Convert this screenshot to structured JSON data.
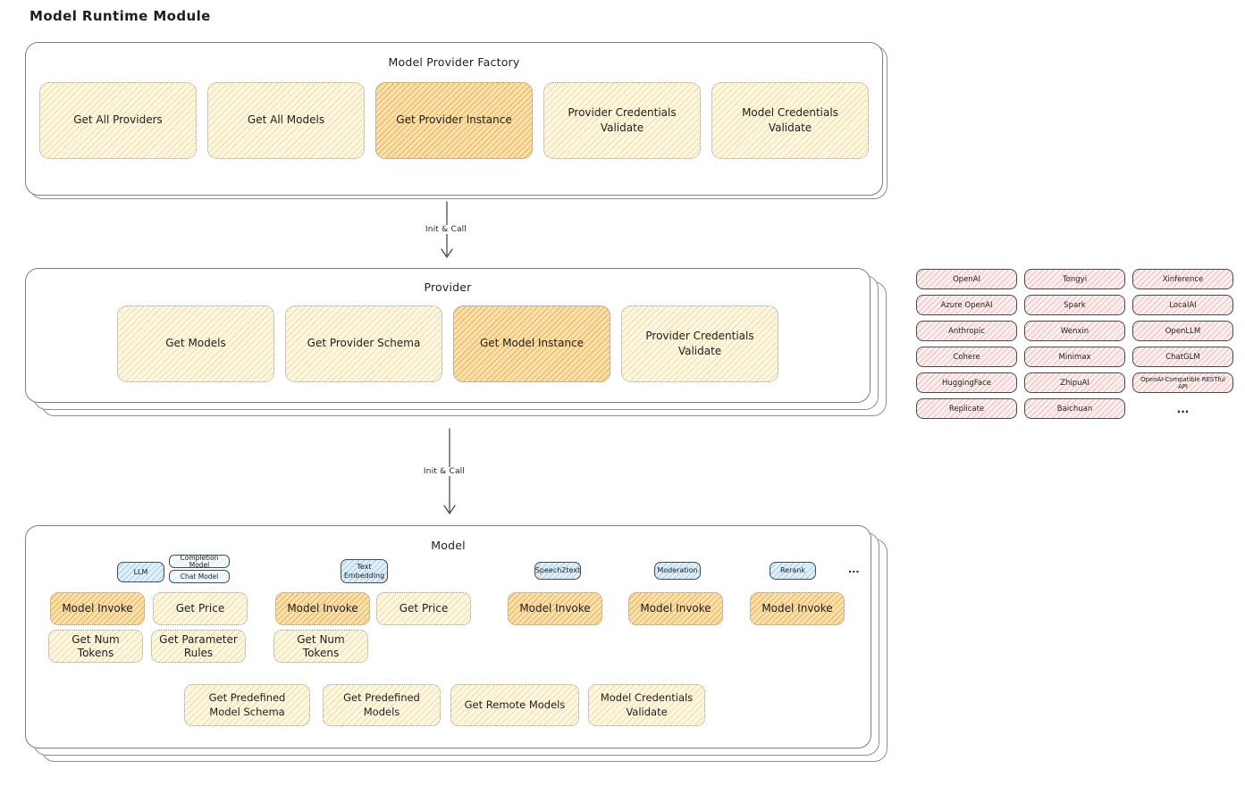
{
  "page": {
    "title": "Model Runtime Module"
  },
  "colors": {
    "ink": "#1e1e1e",
    "cream": "#fdf6e1",
    "cream_stripe": "#f2dda4",
    "orange": "#fae1ad",
    "orange_stripe": "#eebb68",
    "pink": "#fdefef",
    "pink_stripe": "#f0bcbc",
    "blue": "#dff0fb",
    "blue_stripe": "#a8cde8",
    "subtab": "#f2fafe"
  },
  "arrows": {
    "label1": "Init & Call",
    "label2": "Init & Call"
  },
  "factory": {
    "title": "Model Provider Factory",
    "buttons": [
      {
        "label": "Get All Providers",
        "highlighted": false
      },
      {
        "label": "Get All Models",
        "highlighted": false
      },
      {
        "label": "Get Provider Instance",
        "highlighted": true
      },
      {
        "label": "Provider Credentials Validate",
        "highlighted": false
      },
      {
        "label": "Model Credentials Validate",
        "highlighted": false
      }
    ]
  },
  "provider": {
    "title": "Provider",
    "buttons": [
      {
        "label": "Get Models",
        "highlighted": false
      },
      {
        "label": "Get Provider Schema",
        "highlighted": false
      },
      {
        "label": "Get Model Instance",
        "highlighted": true
      },
      {
        "label": "Provider Credentials Validate",
        "highlighted": false
      }
    ]
  },
  "providers_grid": {
    "columns": [
      [
        "OpenAI",
        "Azure OpenAI",
        "Anthropic",
        "Cohere",
        "HuggingFace",
        "Replicate"
      ],
      [
        "Tongyi",
        "Spark",
        "Wenxin",
        "Minimax",
        "ZhipuAI",
        "Baichuan"
      ],
      [
        "Xinference",
        "LocalAI",
        "OpenLLM",
        "ChatGLM",
        "OpenAI-Compatible RESTful API",
        "..."
      ]
    ]
  },
  "model": {
    "title": "Model",
    "tabs_ellipsis": "...",
    "groups": [
      {
        "tab": "LLM",
        "sub_tabs": [
          "Completion Model",
          "Chat Model"
        ],
        "buttons": [
          {
            "label": "Model Invoke",
            "highlighted": true
          },
          {
            "label": "Get Price",
            "highlighted": false
          },
          {
            "label": "Get Num Tokens",
            "highlighted": false
          },
          {
            "label": "Get Parameter Rules",
            "highlighted": false
          }
        ]
      },
      {
        "tab": "Text Embedding",
        "sub_tabs": [],
        "buttons": [
          {
            "label": "Model Invoke",
            "highlighted": true
          },
          {
            "label": "Get Price",
            "highlighted": false
          },
          {
            "label": "Get Num Tokens",
            "highlighted": false
          }
        ]
      },
      {
        "tab": "Speech2text",
        "sub_tabs": [],
        "buttons": [
          {
            "label": "Model Invoke",
            "highlighted": true
          }
        ]
      },
      {
        "tab": "Moderation",
        "sub_tabs": [],
        "buttons": [
          {
            "label": "Model Invoke",
            "highlighted": true
          }
        ]
      },
      {
        "tab": "Rerank",
        "sub_tabs": [],
        "buttons": [
          {
            "label": "Model Invoke",
            "highlighted": true
          }
        ]
      }
    ],
    "bottom_buttons": [
      {
        "label": "Get Predefined Model Schema"
      },
      {
        "label": "Get Predefined Models"
      },
      {
        "label": "Get Remote Models"
      },
      {
        "label": "Model Credentials Validate"
      }
    ]
  }
}
